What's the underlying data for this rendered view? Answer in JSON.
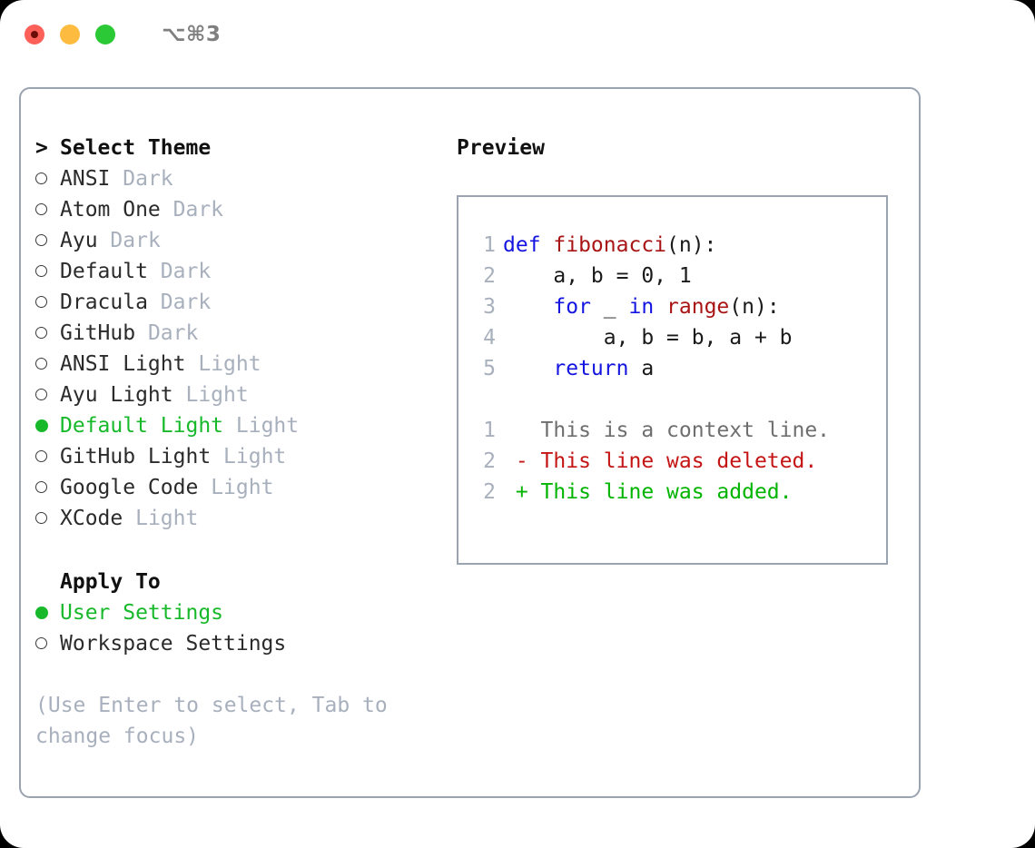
{
  "titlebar": {
    "shortcut": "⌥⌘3",
    "lights": [
      {
        "name": "close",
        "color": "#fc6058"
      },
      {
        "name": "minimize",
        "color": "#fdbc40"
      },
      {
        "name": "zoom",
        "color": "#2cc937"
      }
    ]
  },
  "theme_section": {
    "caret": ">",
    "title": "Select Theme",
    "options": [
      {
        "label": "ANSI",
        "suffix": "Dark",
        "selected": false
      },
      {
        "label": "Atom One",
        "suffix": "Dark",
        "selected": false
      },
      {
        "label": "Ayu",
        "suffix": "Dark",
        "selected": false
      },
      {
        "label": "Default",
        "suffix": "Dark",
        "selected": false
      },
      {
        "label": "Dracula",
        "suffix": "Dark",
        "selected": false
      },
      {
        "label": "GitHub",
        "suffix": "Dark",
        "selected": false
      },
      {
        "label": "ANSI Light",
        "suffix": "Light",
        "selected": false
      },
      {
        "label": "Ayu Light",
        "suffix": "Light",
        "selected": false
      },
      {
        "label": "Default Light",
        "suffix": "Light",
        "selected": true
      },
      {
        "label": "GitHub Light",
        "suffix": "Light",
        "selected": false
      },
      {
        "label": "Google Code",
        "suffix": "Light",
        "selected": false
      },
      {
        "label": "XCode",
        "suffix": "Light",
        "selected": false
      }
    ]
  },
  "apply_section": {
    "title": "Apply To",
    "options": [
      {
        "label": "User Settings",
        "selected": true
      },
      {
        "label": "Workspace Settings",
        "selected": false
      }
    ]
  },
  "hint": "(Use Enter to select, Tab to change focus)",
  "preview": {
    "title": "Preview",
    "code_lines": [
      {
        "num": "1",
        "tokens": [
          {
            "t": "def ",
            "c": "kw"
          },
          {
            "t": "fibonacci",
            "c": "fn"
          },
          {
            "t": "(n):",
            "c": "plain"
          }
        ]
      },
      {
        "num": "2",
        "tokens": [
          {
            "t": "    a, b = 0, 1",
            "c": "plain"
          }
        ]
      },
      {
        "num": "3",
        "tokens": [
          {
            "t": "    ",
            "c": "plain"
          },
          {
            "t": "for",
            "c": "kw"
          },
          {
            "t": " _ ",
            "c": "plain"
          },
          {
            "t": "in",
            "c": "kw"
          },
          {
            "t": " ",
            "c": "plain"
          },
          {
            "t": "range",
            "c": "fn"
          },
          {
            "t": "(n):",
            "c": "plain"
          }
        ]
      },
      {
        "num": "4",
        "tokens": [
          {
            "t": "        a, b = b, a + b",
            "c": "plain"
          }
        ]
      },
      {
        "num": "5",
        "tokens": [
          {
            "t": "    ",
            "c": "plain"
          },
          {
            "t": "return",
            "c": "kw"
          },
          {
            "t": " a",
            "c": "plain"
          }
        ]
      }
    ],
    "diff_lines": [
      {
        "num": "1",
        "tokens": [
          {
            "t": "   This is a context line.",
            "c": "ctx"
          }
        ]
      },
      {
        "num": "2",
        "tokens": [
          {
            "t": " - This line was deleted.",
            "c": "del"
          }
        ]
      },
      {
        "num": "2",
        "tokens": [
          {
            "t": " + This line was added.",
            "c": "add"
          }
        ]
      }
    ]
  },
  "colors": {
    "accent_green": "#17b92b",
    "muted": "#a8b0bd",
    "border": "#9aa3b0",
    "keyword": "#1414e0",
    "function": "#a81414",
    "diff_add": "#00b400",
    "diff_del": "#c41414"
  }
}
